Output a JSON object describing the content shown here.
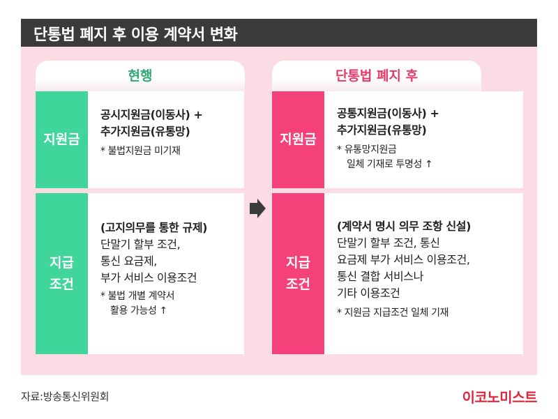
{
  "title": "단통법 폐지 후 이용 계약서 변화",
  "columns": {
    "current": "현행",
    "after": "단통법 폐지 후"
  },
  "rows": {
    "subsidy": {
      "label": "지원금",
      "current": {
        "line1": "공시지원금(이동사) +",
        "line2": "추가지원금(유통망)",
        "note": "* 불법지원금 미기재"
      },
      "after": {
        "line1": "공통지원금(이동사) +",
        "line2": "추가지원금(유통망)",
        "note1": "* 유통망지원금",
        "note2": "일체 기재로 투명성 ↑"
      }
    },
    "conditions": {
      "label_line1": "지급",
      "label_line2": "조건",
      "current": {
        "heading": "(고지의무를 통한 규제)",
        "line1": "단말기 할부 조건,",
        "line2": "통신 요금제,",
        "line3": "부가 서비스 이용조건",
        "note1": "* 불법 개별 계약서",
        "note2": "활용 가능성 ↑"
      },
      "after": {
        "heading": "(계약서 명시 의무 조항 신설)",
        "line1": "단말기 할부 조건, 통신",
        "line2": "요금제 부가 서비스 이용조건,",
        "line3": "통신 결합 서비스나",
        "line4": "기타 이용조건",
        "note": "* 지원금 지급조건 일체 기재"
      }
    }
  },
  "source": "자료:방송통신위원회",
  "logo": "이코노미스트",
  "colors": {
    "title_bg": "#3b3b3b",
    "panel_bg": "#fbdce4",
    "green": "#3fd59b",
    "green_text": "#2fa874",
    "pink": "#f5417a",
    "pink_text": "#e83a68",
    "arrow": "#3b3b3b",
    "logo": "#e0263a"
  },
  "icons": {
    "flow_arrow": "right-arrow-icon"
  }
}
